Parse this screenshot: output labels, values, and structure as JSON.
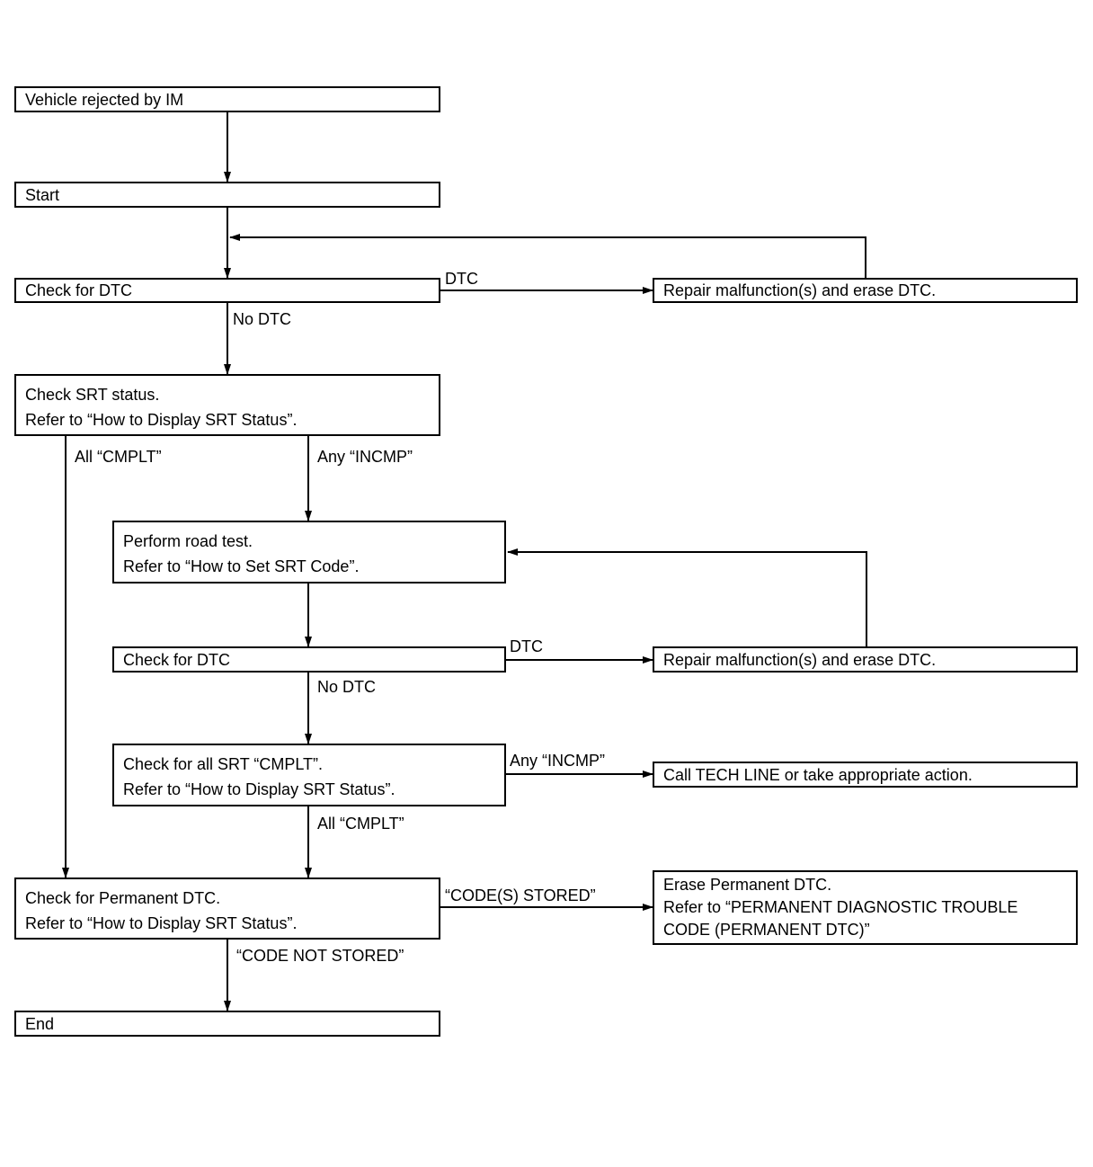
{
  "boxes": {
    "vehicle_rejected": "Vehicle rejected by IM",
    "start": "Start",
    "check_dtc_1": "Check for DTC",
    "repair_1": "Repair malfunction(s) and erase DTC.",
    "check_srt": [
      "Check SRT status.",
      "Refer to “How to Display SRT Status”."
    ],
    "road_test": [
      "Perform road test.",
      "Refer to “How to Set SRT Code”."
    ],
    "check_dtc_2": "Check for DTC",
    "repair_2": "Repair malfunction(s) and erase DTC.",
    "check_all_srt": [
      "Check for all SRT “CMPLT”.",
      "Refer to “How to Display SRT Status”."
    ],
    "call_tech_line": "Call TECH LINE or take appropriate action.",
    "check_permanent": [
      "Check for Permanent DTC.",
      "Refer to “How to Display SRT Status”."
    ],
    "erase_permanent": [
      "Erase Permanent DTC.",
      "Refer to “PERMANENT DIAGNOSTIC TROUBLE",
      "CODE (PERMANENT DTC)”"
    ],
    "end": "End"
  },
  "labels": {
    "dtc_1": "DTC",
    "no_dtc_1": "No DTC",
    "all_cmplt_1": "All “CMPLT”",
    "any_incmp_1": "Any “INCMP”",
    "dtc_2": "DTC",
    "no_dtc_2": "No DTC",
    "any_incmp_2": "Any “INCMP”",
    "all_cmplt_2": "All “CMPLT”",
    "codes_stored": "“CODE(S) STORED”",
    "code_not_stored": "“CODE NOT STORED”"
  }
}
